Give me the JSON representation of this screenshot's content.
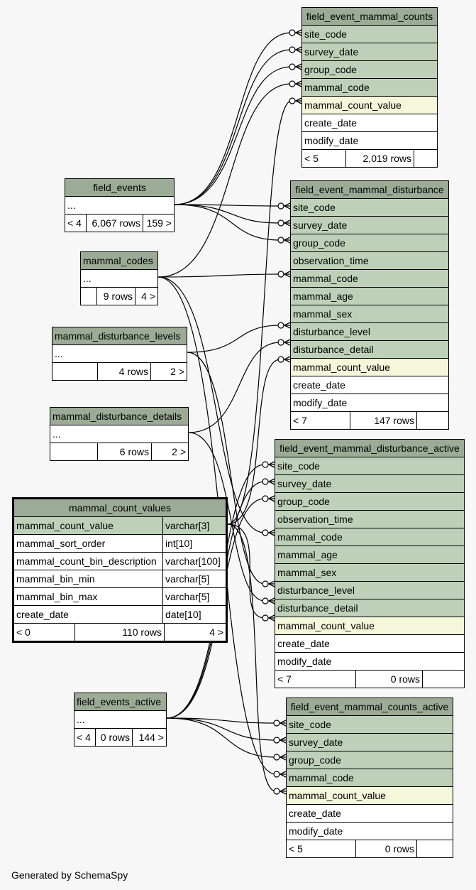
{
  "footer": "Generated by SchemaSpy",
  "tables": {
    "fmc": {
      "name": "field_event_mammal_counts",
      "columns": [
        "site_code",
        "survey_date",
        "group_code",
        "mammal_code",
        "mammal_count_value",
        "create_date",
        "modify_date"
      ],
      "footer": [
        "< 5",
        "2,019 rows",
        ""
      ]
    },
    "fe": {
      "name": "field_events",
      "rows": [
        "..."
      ],
      "footer": [
        "< 4",
        "6,067 rows",
        "159 >"
      ]
    },
    "fmd": {
      "name": "field_event_mammal_disturbance",
      "columns": [
        "site_code",
        "survey_date",
        "group_code",
        "observation_time",
        "mammal_code",
        "mammal_age",
        "mammal_sex",
        "disturbance_level",
        "disturbance_detail",
        "mammal_count_value",
        "create_date",
        "modify_date"
      ],
      "footer": [
        "< 7",
        "147 rows",
        ""
      ]
    },
    "mc": {
      "name": "mammal_codes",
      "rows": [
        "..."
      ],
      "footer": [
        "",
        "9 rows",
        "4 >"
      ]
    },
    "mdl": {
      "name": "mammal_disturbance_levels",
      "rows": [
        "..."
      ],
      "footer": [
        "",
        "4 rows",
        "2 >"
      ]
    },
    "mdd": {
      "name": "mammal_disturbance_details",
      "rows": [
        "..."
      ],
      "footer": [
        "",
        "6 rows",
        "2 >"
      ]
    },
    "mcv": {
      "name": "mammal_count_values",
      "columns": [
        {
          "name": "mammal_count_value",
          "type": "varchar[3]"
        },
        {
          "name": "mammal_sort_order",
          "type": "int[10]"
        },
        {
          "name": "mammal_count_bin_description",
          "type": "varchar[100]"
        },
        {
          "name": "mammal_bin_min",
          "type": "varchar[5]"
        },
        {
          "name": "mammal_bin_max",
          "type": "varchar[5]"
        },
        {
          "name": "create_date",
          "type": "date[10]"
        }
      ],
      "footer": [
        "< 0",
        "110 rows",
        "4 >"
      ]
    },
    "fmda": {
      "name": "field_event_mammal_disturbance_active",
      "columns": [
        "site_code",
        "survey_date",
        "group_code",
        "observation_time",
        "mammal_code",
        "mammal_age",
        "mammal_sex",
        "disturbance_level",
        "disturbance_detail",
        "mammal_count_value",
        "create_date",
        "modify_date"
      ],
      "footer": [
        "< 7",
        "0 rows",
        ""
      ]
    },
    "fea": {
      "name": "field_events_active",
      "rows": [
        "..."
      ],
      "footer": [
        "< 4",
        "0 rows",
        "144 >"
      ]
    },
    "fmca": {
      "name": "field_event_mammal_counts_active",
      "columns": [
        "site_code",
        "survey_date",
        "group_code",
        "mammal_code",
        "mammal_count_value",
        "create_date",
        "modify_date"
      ],
      "footer": [
        "< 5",
        "0 rows",
        ""
      ]
    }
  },
  "colors": {
    "header": "#9bab96",
    "key": "#bed1b8",
    "fk_value": "#f4f7da",
    "background": "#f7f7f7"
  }
}
